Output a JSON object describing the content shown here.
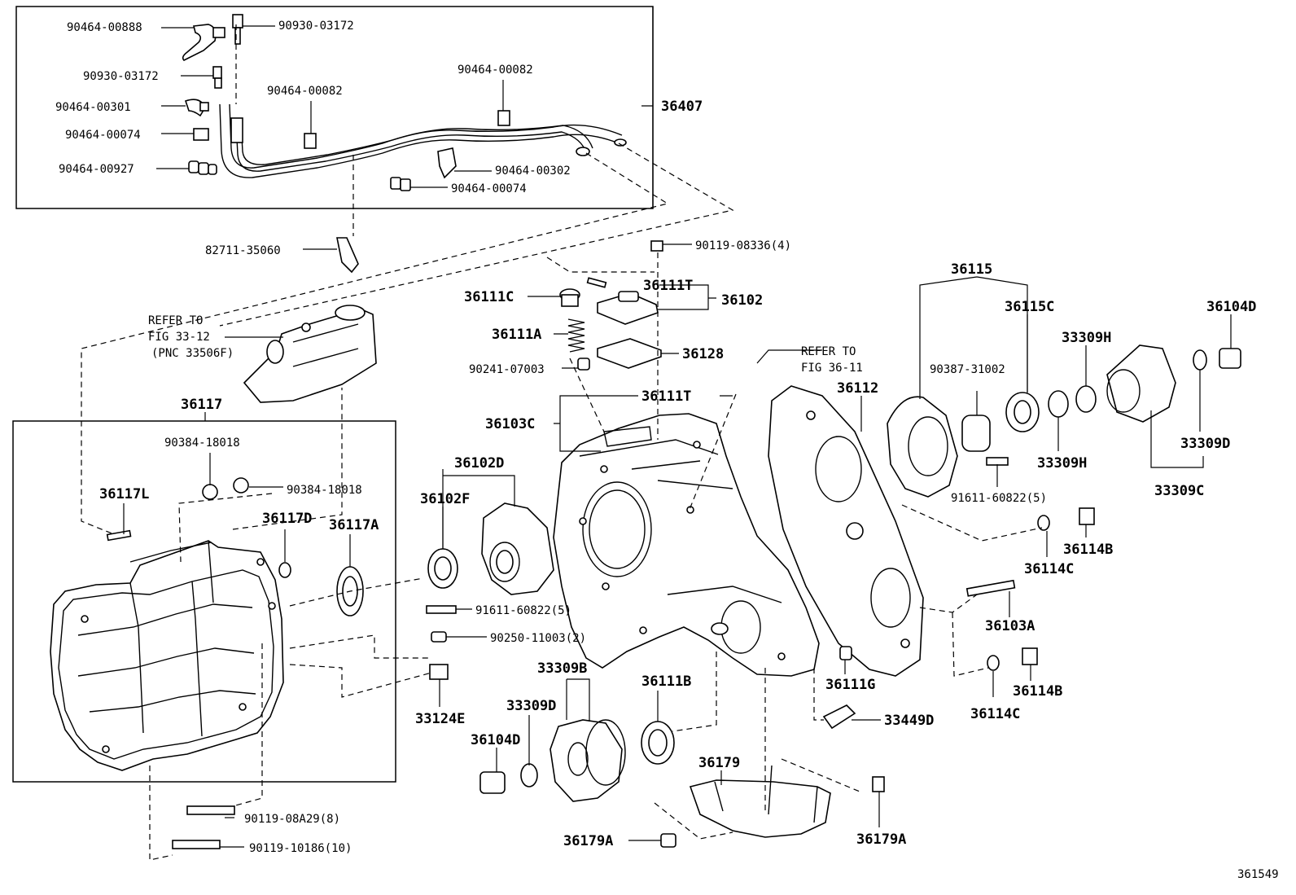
{
  "diagram": {
    "figure_id": "361549",
    "box_top_label": "36407",
    "box_left_label": "36117",
    "refs": {
      "ref1": [
        "REFER TO",
        "FIG 33-12",
        "(PNC 33506F)"
      ],
      "ref2": [
        "REFER TO",
        "FIG 36-11"
      ]
    },
    "labels": {
      "p90464_00888": "90464-00888",
      "p90930_03172a": "90930-03172",
      "p90930_03172b": "90930-03172",
      "p90464_00301": "90464-00301",
      "p90464_00074a": "90464-00074",
      "p90464_00927": "90464-00927",
      "p90464_00082a": "90464-00082",
      "p90464_00082b": "90464-00082",
      "p90464_00302": "90464-00302",
      "p90464_00074b": "90464-00074",
      "p82711_35060": "82711-35060",
      "p90119_08336": "90119-08336(4)",
      "p36111C": "36111C",
      "p36111T_a": "36111T",
      "p36102": "36102",
      "p36111A": "36111A",
      "p36128": "36128",
      "p90241_07003": "90241-07003",
      "p36111T_b": "36111T",
      "p36103C": "36103C",
      "p36102D": "36102D",
      "p36102F": "36102F",
      "p36112": "36112",
      "p36115": "36115",
      "p36115C": "36115C",
      "p90387_31002": "90387-31002",
      "p33309H_a": "33309H",
      "p33309H_b": "33309H",
      "p36104D_a": "36104D",
      "p33309D_a": "33309D",
      "p33309C": "33309C",
      "p91611_60822a": "91611-60822(5)",
      "p36114B_a": "36114B",
      "p36114C_a": "36114C",
      "p36103A": "36103A",
      "p36114B_b": "36114B",
      "p36114C_b": "36114C",
      "p90384_18018a": "90384-18018",
      "p90384_18018b": "90384-18018",
      "p36117L": "36117L",
      "p36117D": "36117D",
      "p36117A": "36117A",
      "p91611_60822b": "91611-60822(5)",
      "p90250_11003": "90250-11003(2)",
      "p33124E": "33124E",
      "p33309B": "33309B",
      "p33309D_b": "33309D",
      "p36104D_b": "36104D",
      "p36111B": "36111B",
      "p36111G": "36111G",
      "p33449D": "33449D",
      "p36179": "36179",
      "p36179A_a": "36179A",
      "p36179A_b": "36179A",
      "p90119_08A29": "90119-08A29(8)",
      "p90119_10186": "90119-10186(10)"
    }
  }
}
